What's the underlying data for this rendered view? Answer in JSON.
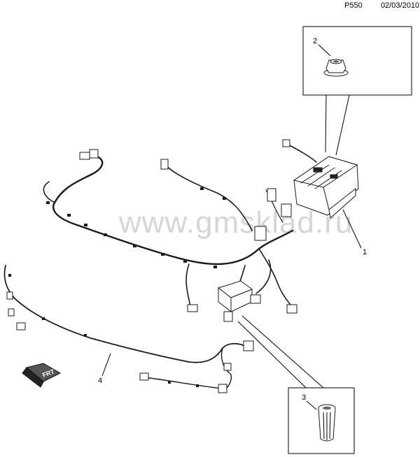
{
  "header": {
    "page_code": "P550",
    "date": "02/03/2010"
  },
  "watermark": "www.gmsklad.ru",
  "callouts": {
    "c1": "1",
    "c2": "2",
    "c3": "3",
    "c4": "4"
  },
  "frt_label": "FRT"
}
